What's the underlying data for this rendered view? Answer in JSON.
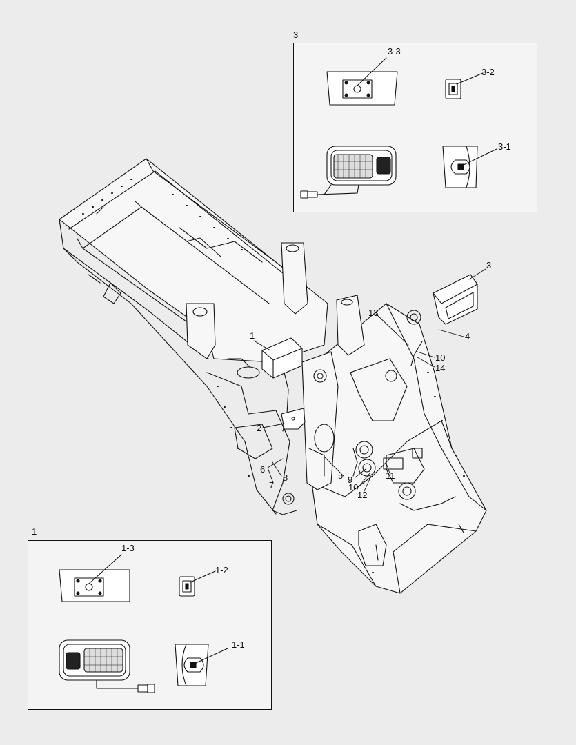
{
  "detail_boxes": {
    "top": {
      "title": "3",
      "parts": {
        "cover": "3-3",
        "switch": "3-2",
        "lamp": "3-1"
      }
    },
    "bottom": {
      "title": "1",
      "parts": {
        "cover": "1-3",
        "switch": "1-2",
        "lamp": "1-1"
      }
    }
  },
  "callouts": {
    "c1": "1",
    "c2": "2",
    "c3": "3",
    "c4": "4",
    "c5": "5",
    "c6": "6",
    "c7": "7",
    "c8": "8",
    "c9": "9",
    "c10a": "10",
    "c10b": "10",
    "c11": "11",
    "c12": "12",
    "c13": "13",
    "c14": "14"
  },
  "colors": {
    "line": "#111111",
    "background": "#ececec",
    "box_fill": "#f4f4f4"
  }
}
